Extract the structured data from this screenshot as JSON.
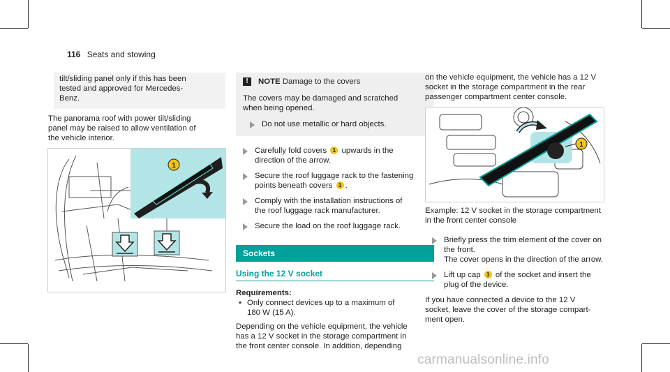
{
  "header": {
    "page_number": "116",
    "section": "Seats and stowing"
  },
  "col1": {
    "note_lines": [
      "tilt/sliding panel only if this has been",
      "tested and approved for Mercedes-",
      "Benz."
    ],
    "para_lines": [
      "The panorama roof with power tilt/sliding",
      "panel may be raised to allow ventilation of",
      "the vehicle interior."
    ]
  },
  "figure1": {
    "callout": "1"
  },
  "notice": {
    "label": "NOTE",
    "title": "Damage to the covers",
    "body_lines": [
      "The covers may be damaged and scratched",
      "when being opened."
    ],
    "step": "Do not use metallic or hard objects."
  },
  "steps": [
    {
      "lines": [
        "Carefully fold covers",
        "upwards in the",
        "direction of the arrow."
      ],
      "badge": "1"
    },
    {
      "lines": [
        "Secure the roof luggage rack to the fastening",
        "points beneath covers",
        "."
      ],
      "badge": "1"
    },
    {
      "lines": [
        "Comply with the installation instructions of",
        "the roof luggage rack manufacturer."
      ]
    },
    {
      "lines": [
        "Secure the load on the roof luggage rack."
      ]
    }
  ],
  "sockets": {
    "section_title": "Sockets",
    "subheading": "Using the 12 V socket",
    "req_label": "Requirements:",
    "req_item_lines": [
      "Only connect devices up to a maximum of",
      "180 W (15 A)."
    ],
    "para_lines": [
      "Depending on the vehicle equipment, the vehicle",
      "has a 12 V socket in the storage compartment in",
      "the front center console. In addition, depending"
    ]
  },
  "col3": {
    "para_lines": [
      "on the vehicle equipment, the vehicle has a 12 V",
      "socket in the storage compartment in the rear",
      "passenger compartment center console."
    ],
    "caption_lines": [
      "Example: 12 V socket in the storage compartment",
      "in the front center console"
    ],
    "step1_lines": [
      "Briefly press the trim element of the cover on",
      "the front.",
      "The cover opens in the direction of the arrow."
    ],
    "step2_lines": [
      "Lift up cap",
      "of the socket and insert the",
      "plug of the device."
    ],
    "step2_badge": "1",
    "para2_lines": [
      "If you have connected a device to the 12 V",
      "socket, leave the cover of the storage compart-",
      "ment open."
    ]
  },
  "figure2": {
    "callout": "1"
  },
  "watermark": "carmanualsonline.info",
  "colors": {
    "accent": "#00a19a",
    "callout": "#f0c419",
    "highlight": "#b3e5e6"
  }
}
